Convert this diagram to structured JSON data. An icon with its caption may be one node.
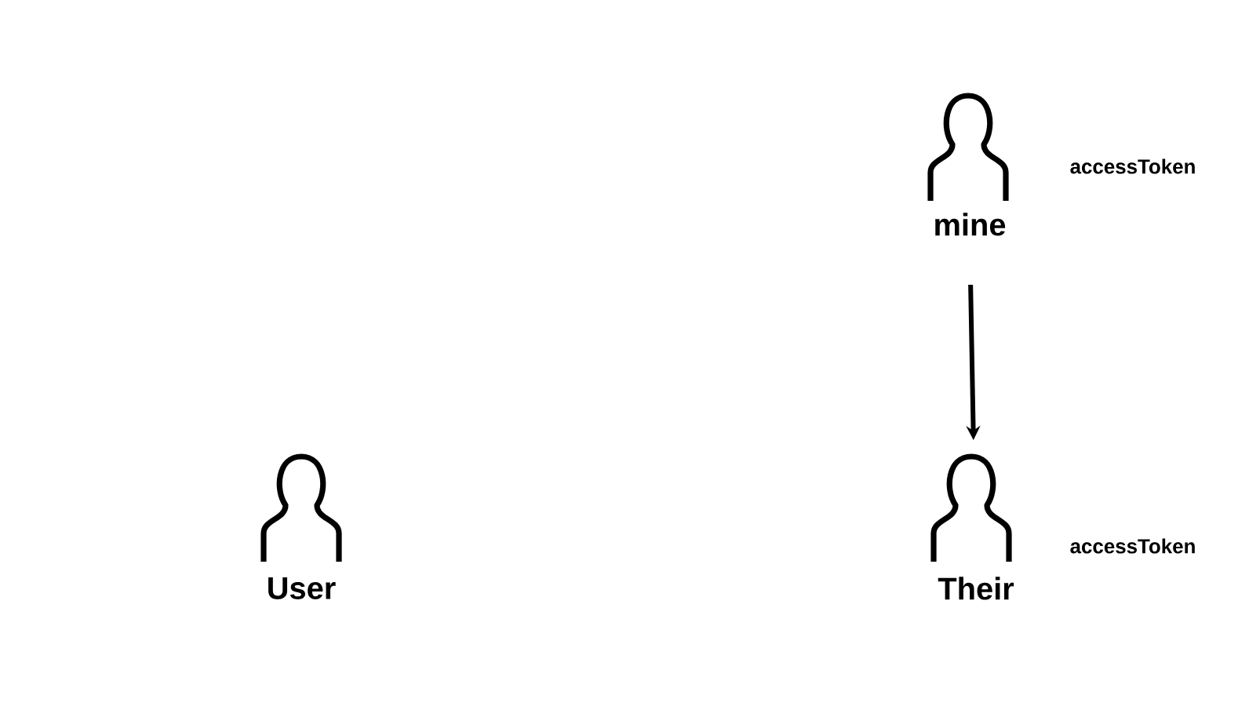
{
  "diagram": {
    "nodes": [
      {
        "text": [
          "mine"
        ]
      },
      {
        "text": [
          "Their"
        ]
      },
      {
        "text": [
          "User"
        ]
      }
    ],
    "edges": [
      {
        "from": 0,
        "to": 1,
        "arrow": "to"
      }
    ],
    "labels": [
      "accessToken",
      "accessToken"
    ]
  }
}
